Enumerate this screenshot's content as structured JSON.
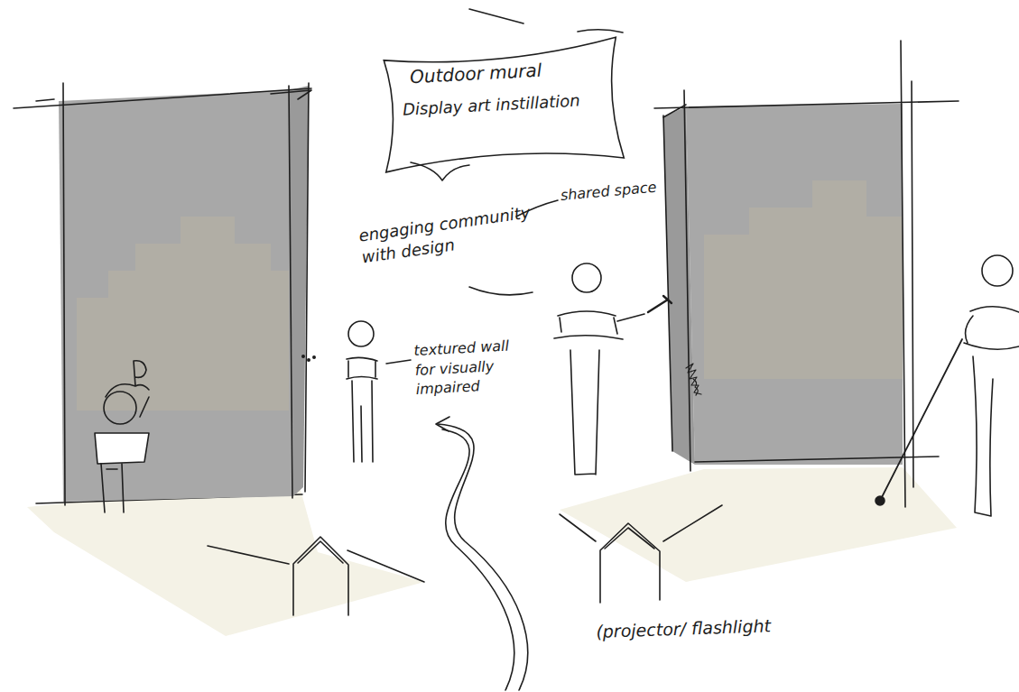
{
  "diagram": {
    "nodes": [
      {
        "text": [
          "Outdoor mural",
          "Display art instillation"
        ]
      }
    ],
    "labels": [
      "shared space",
      "engaging community with design",
      "textured wall for visually impaired",
      "(projector/ flashlight"
    ]
  }
}
